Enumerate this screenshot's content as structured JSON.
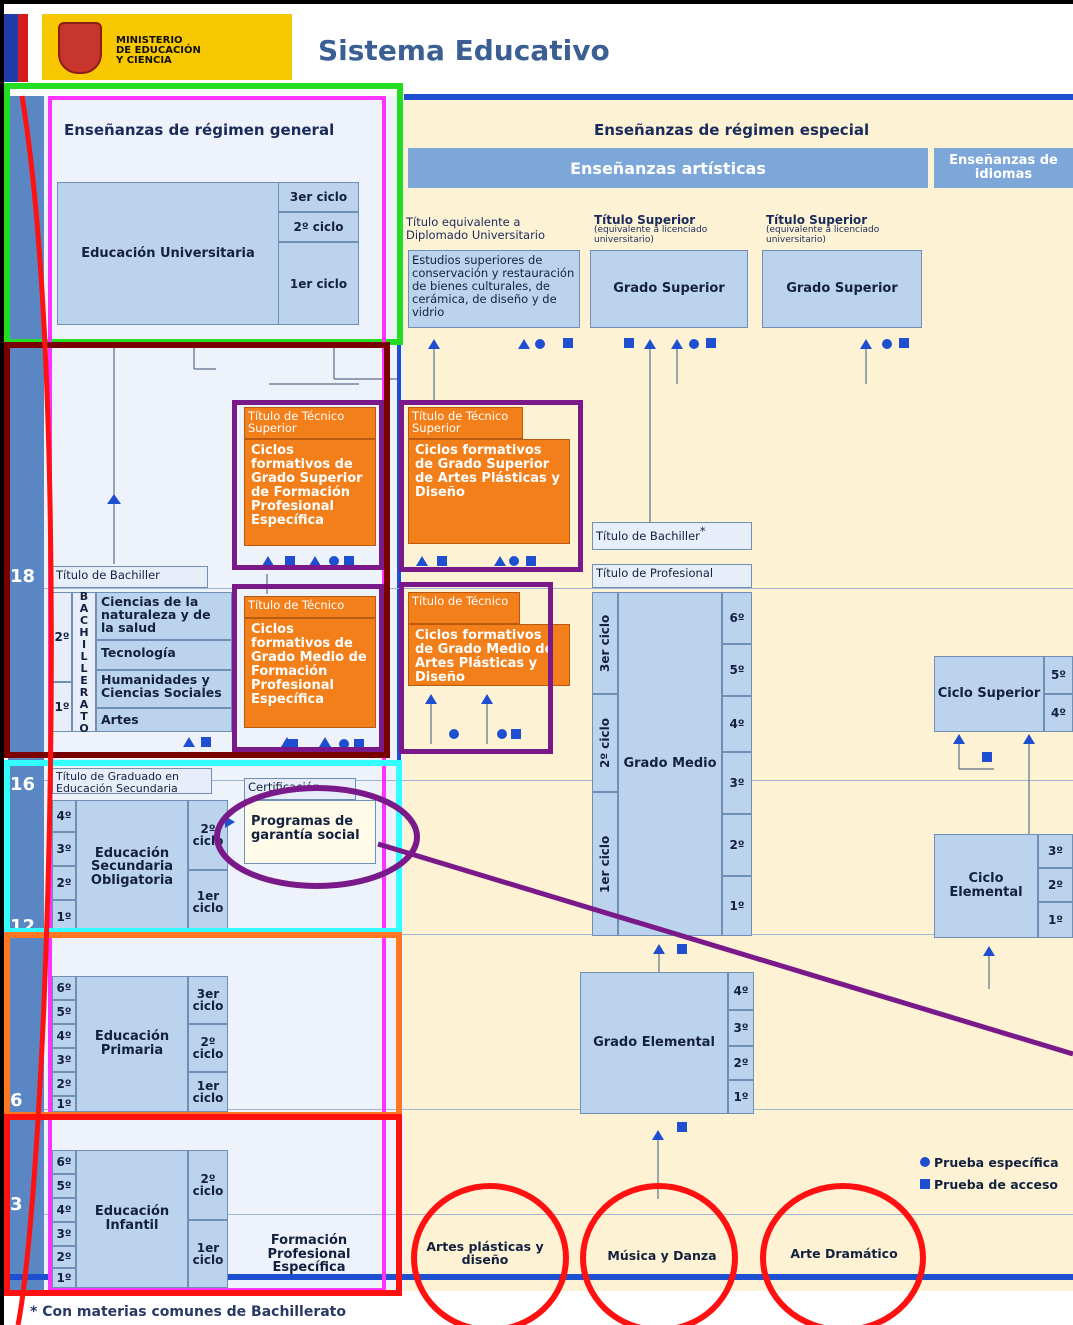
{
  "header": {
    "ministry": "MINISTERIO\nDE EDUCACIÓN\nY CIENCIA",
    "title": "Sistema Educativo"
  },
  "columns": {
    "general": "Enseñanzas de régimen general",
    "especial": "Enseñanzas de régimen especial",
    "artisticas": "Enseñanzas artísticas",
    "idiomas": "Enseñanzas de idiomas"
  },
  "ages": [
    "18",
    "16",
    "12",
    "6",
    "3"
  ],
  "universitaria": {
    "label": "Educación Universitaria",
    "cycles": [
      "3er ciclo",
      "2º ciclo",
      "1er ciclo"
    ]
  },
  "artes_superior": {
    "title": "Título equivalente a Diplomado Universitario",
    "body": "Estudios superiores de conservación y restauración de bienes culturales, de cerámica, de diseño y de vidrio"
  },
  "grado_superior_1": {
    "title": "Título Superior",
    "note": "(equivalente a licenciado universitario)",
    "label": "Grado Superior"
  },
  "grado_superior_2": {
    "title": "Título Superior",
    "note": "(equivalente a licenciado universitario)",
    "label": "Grado Superior"
  },
  "fp_superior": {
    "tab": "Título de Técnico Superior",
    "label": "Ciclos formativos de Grado Superior de Formación Profesional Específica"
  },
  "ap_superior": {
    "tab": "Título de Técnico Superior",
    "label": "Ciclos formativos de Grado Superior de Artes Plásticas y Diseño"
  },
  "fp_medio": {
    "tab": "Título de Técnico",
    "label": "Ciclos formativos de Grado Medio de Formación Profesional Específica"
  },
  "ap_medio": {
    "tab": "Título de Técnico",
    "label": "Ciclos formativos de Grado Medio de Artes Plásticas y Diseño"
  },
  "bachillerato": {
    "tab": "Título de Bachiller",
    "vertical": "BACHILLERATO",
    "courses": [
      "2º",
      "1º"
    ],
    "modalities": [
      "Ciencias de la naturaleza y de la salud",
      "Tecnología",
      "Humanidades y Ciencias Sociales",
      "Artes"
    ]
  },
  "musica": {
    "tab_bachiller": "Título de Bachiller",
    "asterisk": "*",
    "tab_profesional": "Título de Profesional",
    "grado_medio": "Grado Medio",
    "cycles": [
      "3er ciclo",
      "2º ciclo",
      "1er ciclo"
    ],
    "courses": [
      "6º",
      "5º",
      "4º",
      "3º",
      "2º",
      "1º"
    ],
    "grado_elemental": "Grado Elemental",
    "elem_courses": [
      "4º",
      "3º",
      "2º",
      "1º"
    ]
  },
  "eso": {
    "tab": "Título de Graduado en Educación Secundaria",
    "label": "Educación Secundaria Obligatoria",
    "courses": [
      "4º",
      "3º",
      "2º",
      "1º"
    ],
    "cycles": [
      "2º ciclo",
      "1er ciclo"
    ]
  },
  "garantia": {
    "tab": "Certificación",
    "label": "Programas de garantía social"
  },
  "primaria": {
    "label": "Educación Primaria",
    "courses": [
      "6º",
      "5º",
      "4º",
      "3º",
      "2º",
      "1º"
    ],
    "cycles": [
      "3er ciclo",
      "2º ciclo",
      "1er ciclo"
    ]
  },
  "infantil": {
    "label": "Educación Infantil",
    "courses": [
      "6º",
      "5º",
      "4º",
      "3º",
      "2º",
      "1º"
    ],
    "cycles": [
      "2º ciclo",
      "1er ciclo"
    ]
  },
  "fpe": "Formación Profesional Específica",
  "idiomas": {
    "superior": "Ciclo Superior",
    "sup_courses": [
      "5º",
      "4º"
    ],
    "elemental": "Ciclo Elemental",
    "elem_courses": [
      "3º",
      "2º",
      "1º"
    ]
  },
  "legend": {
    "prueba_especifica": "Prueba específica",
    "prueba_acceso": "Prueba de acceso"
  },
  "bottom_labels": [
    "Artes plásticas y diseño",
    "Música y Danza",
    "Arte Dramático"
  ],
  "footnote": "* Con materias comunes de Bachillerato",
  "colors": {
    "accent_blue": "#1e4fd0",
    "orange": "#f37f1a",
    "box_blue": "#bcd3ee",
    "bg_cream": "#fdf3d4",
    "bg_general": "#eef2fa",
    "age_bar": "#5b86c4",
    "highlight_green": "#22dd22",
    "highlight_magenta": "#ff33ff",
    "highlight_maroon": "#7a0000",
    "highlight_purple": "#7a1a8a",
    "highlight_cyan": "#33ffff",
    "highlight_orange": "#ff7722",
    "highlight_red": "#ff1111"
  }
}
